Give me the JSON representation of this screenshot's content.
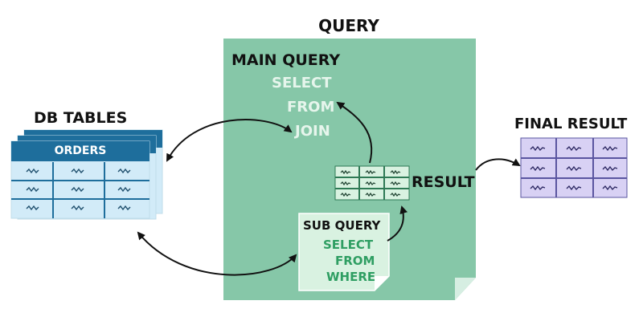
{
  "query_title": "QUERY",
  "db_tables": {
    "title": "DB TABLES",
    "table_name": "ORDERS"
  },
  "main_query": {
    "title": "MAIN QUERY",
    "keywords": [
      "SELECT",
      "FROM",
      "JOIN"
    ]
  },
  "sub_query": {
    "title": "SUB QUERY",
    "keywords": [
      "SELECT",
      "FROM",
      "WHERE"
    ]
  },
  "intermediate_result_label": "RESULT",
  "final_result_title": "FINAL RESULT",
  "colors": {
    "query_panel": "#86c7a8",
    "query_panel_fold": "#d6eee2",
    "main_keywords": "#e6f5ec",
    "sub_query_card": "#d9f2e1",
    "sub_keywords": "#2e9e62",
    "db_header": "#1e6e9c",
    "db_body": "#d2ebf8",
    "final_result_fill": "#d8d1f4",
    "final_result_border": "#5a55a0",
    "arrow": "#111111"
  }
}
